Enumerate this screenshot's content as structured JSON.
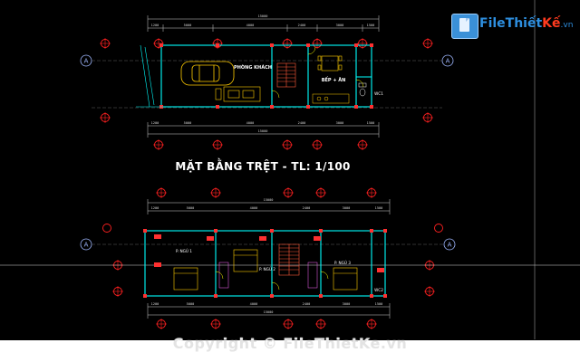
{
  "logo": {
    "brand": "File",
    "brand_mid": "Thiết",
    "brand_accent": "Kế",
    "tld": ".vn"
  },
  "plan1": {
    "title": "MẶT BẰNG TRỆT - TL: 1/100",
    "rooms": {
      "living": "PHÒNG KHÁCH",
      "kitchen": "BẾP + ĂN",
      "wc": "WC1"
    },
    "axis_label": "A",
    "dims_top": [
      "1200",
      "5000",
      "4000",
      "2400",
      "3000",
      "1500"
    ],
    "dims_total": "15000",
    "dims_bottom": [
      "1200",
      "5000",
      "4000",
      "2400",
      "3000",
      "1500"
    ]
  },
  "plan2": {
    "rooms": {
      "bed1": "P. NGỦ 1",
      "bed2": "P. NGỦ 2",
      "bed3": "P. NGỦ 3",
      "wc": "WC2"
    },
    "axis_label": "A",
    "dims_top": [
      "1200",
      "5000",
      "4000",
      "2400",
      "3000",
      "1500"
    ],
    "dims_total": "15000",
    "dims_bottom": [
      "1200",
      "5000",
      "4000",
      "2400",
      "3000",
      "1500"
    ]
  },
  "copyright": "Copyright © FileThietKe.vn",
  "colors": {
    "wall": "#00ffff",
    "door": "#ffff00",
    "furniture": "#ffcc00",
    "column": "#ff3030",
    "grid": "#ff2020",
    "bg": "#000000"
  }
}
